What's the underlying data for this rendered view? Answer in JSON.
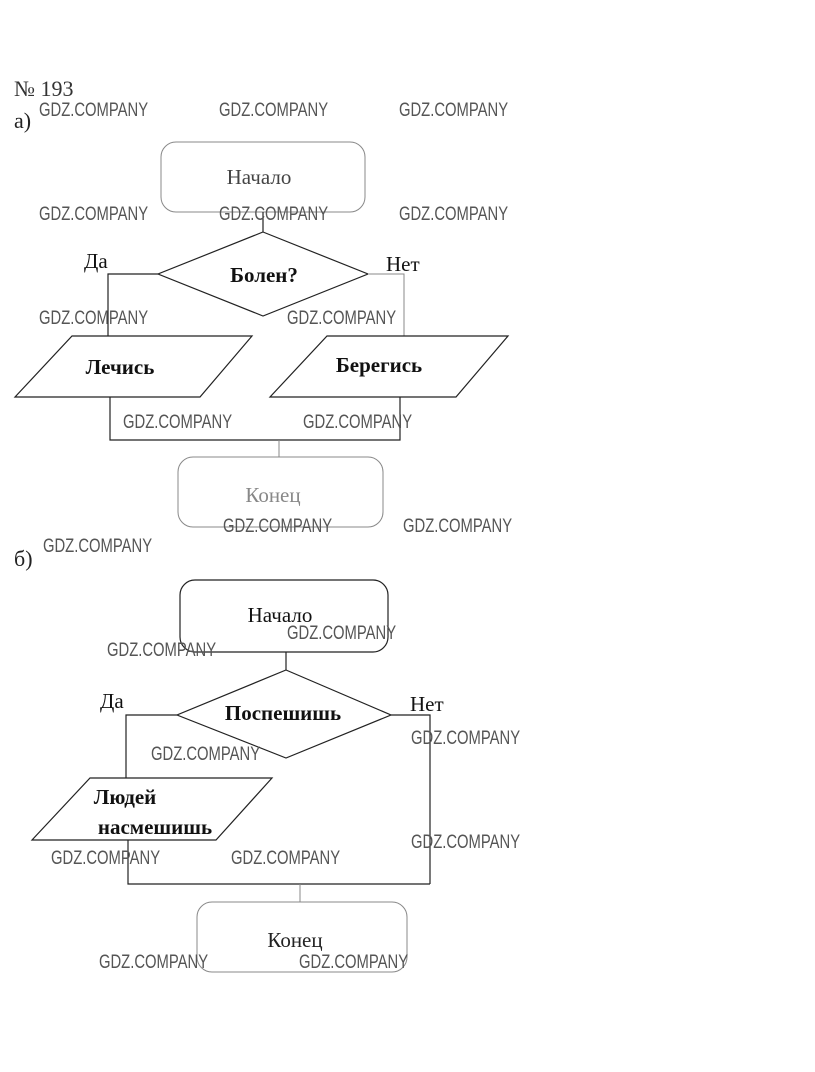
{
  "problem_number": "№ 193",
  "watermark": "GDZ.COMPANY",
  "part_a": {
    "label": "а)",
    "start": "Начало",
    "condition": "Болен?",
    "yes": "Да",
    "no": "Нет",
    "yes_action": "Лечись",
    "no_action": "Берегись",
    "end": "Конец"
  },
  "part_b": {
    "label": "б)",
    "start": "Начало",
    "condition": "Поспешишь",
    "yes": "Да",
    "no": "Нет",
    "yes_action_line1": "Людей",
    "yes_action_line2": "насмешишь",
    "end": "Конец"
  }
}
